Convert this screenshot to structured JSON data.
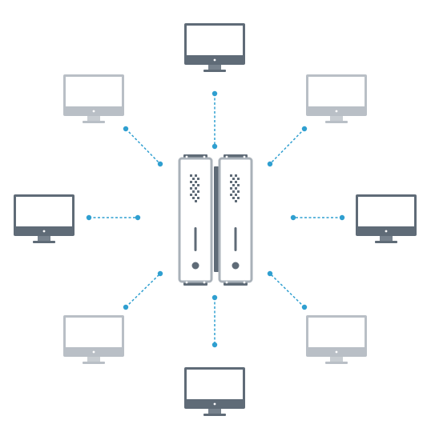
{
  "colors": {
    "background": "#ffffff",
    "connector": "#2f9fd0",
    "monitor_dark": "#5f6b77",
    "monitor_dark_stand": "#77828d",
    "monitor_light": "#b9bfc6",
    "monitor_light_stand": "#c8cdd2",
    "server_frame": "#a9b1b9",
    "server_face": "#ffffff",
    "server_accent": "#5f6b77"
  },
  "diagram": {
    "hub": "server-rack",
    "nodes": [
      {
        "id": "monitor-top",
        "icon": "desktop-monitor-icon",
        "tone": "dark"
      },
      {
        "id": "monitor-top-right",
        "icon": "desktop-monitor-icon",
        "tone": "light"
      },
      {
        "id": "monitor-right",
        "icon": "desktop-monitor-icon",
        "tone": "dark"
      },
      {
        "id": "monitor-bottom-right",
        "icon": "desktop-monitor-icon",
        "tone": "light"
      },
      {
        "id": "monitor-bottom",
        "icon": "desktop-monitor-icon",
        "tone": "dark"
      },
      {
        "id": "monitor-bottom-left",
        "icon": "desktop-monitor-icon",
        "tone": "light"
      },
      {
        "id": "monitor-left",
        "icon": "desktop-monitor-icon",
        "tone": "dark"
      },
      {
        "id": "monitor-top-left",
        "icon": "desktop-monitor-icon",
        "tone": "light"
      }
    ],
    "connector_style": "dashed"
  }
}
